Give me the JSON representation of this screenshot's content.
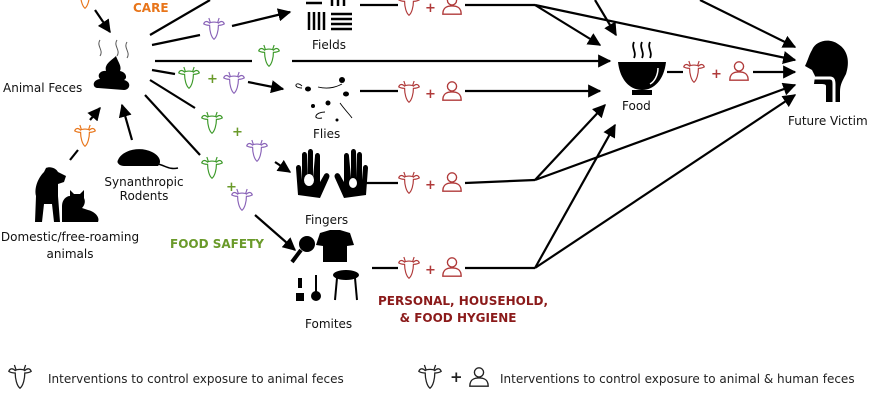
{
  "labels": {
    "animal_feces": "Animal Feces",
    "fields": "Fields",
    "flies": "Flies",
    "fingers": "Fingers",
    "fomites": "Fomites",
    "food": "Food",
    "future_victim": "Future Victim",
    "rodents_line1": "Synanthropic",
    "rodents_line2": "Rodents",
    "animals_line1": "Domestic/free-roaming",
    "animals_line2": "animals"
  },
  "categories": {
    "care": "CARE",
    "food_safety": "FOOD SAFETY",
    "hygiene_line1": "PERSONAL, HOUSEHOLD,",
    "hygiene_line2": "& FOOD HYGIENE"
  },
  "legend": {
    "animal": "Interventions to control exposure to animal feces",
    "animal_human": "Interventions to control exposure to animal & human feces",
    "plus": "+"
  },
  "colors": {
    "care": "#e8751a",
    "food_safety": "#6a9a2a",
    "hygiene": "#8b1a1a",
    "green_cow": "#3d9a2a",
    "purple_cow": "#8a64b8",
    "red_cow": "#b03a3a",
    "legend": "#222222"
  },
  "icons": [
    "cow-icon",
    "person-icon",
    "feces-icon",
    "fields-icon",
    "flies-icon",
    "hands-icon",
    "fomites-icon",
    "food-bowl-icon",
    "head-icon",
    "rat-icon",
    "dog-cat-icon"
  ]
}
